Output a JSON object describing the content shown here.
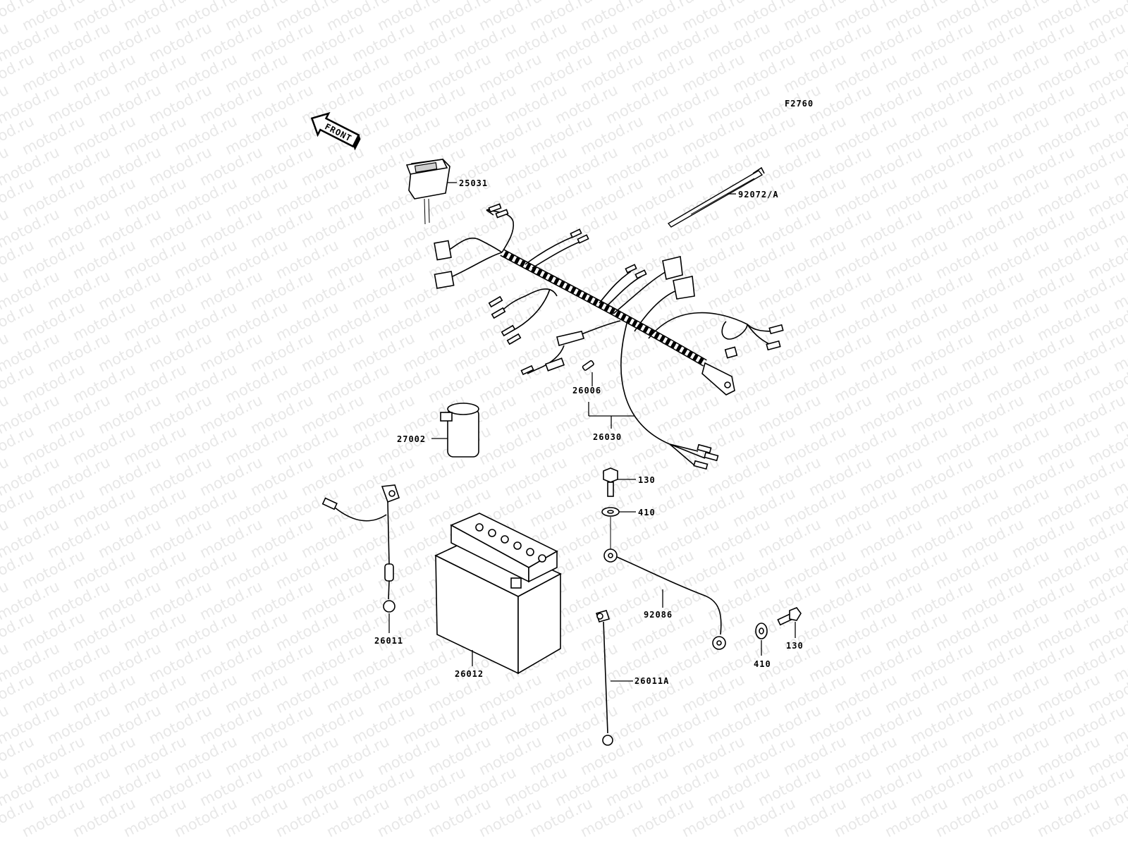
{
  "watermark_text": "motod.ru",
  "figure_code": "F2760",
  "front_arrow_label": "FRONT",
  "parts": [
    {
      "key": "p25031",
      "label": "25031"
    },
    {
      "key": "p92072",
      "label": "92072/A"
    },
    {
      "key": "p26006",
      "label": "26006"
    },
    {
      "key": "p26030",
      "label": "26030"
    },
    {
      "key": "p27002",
      "label": "27002"
    },
    {
      "key": "p130a",
      "label": "130"
    },
    {
      "key": "p410a",
      "label": "410"
    },
    {
      "key": "p26011",
      "label": "26011"
    },
    {
      "key": "p26012",
      "label": "26012"
    },
    {
      "key": "p92086",
      "label": "92086"
    },
    {
      "key": "p410b",
      "label": "410"
    },
    {
      "key": "p130b",
      "label": "130"
    },
    {
      "key": "p26011A",
      "label": "26011A"
    }
  ]
}
